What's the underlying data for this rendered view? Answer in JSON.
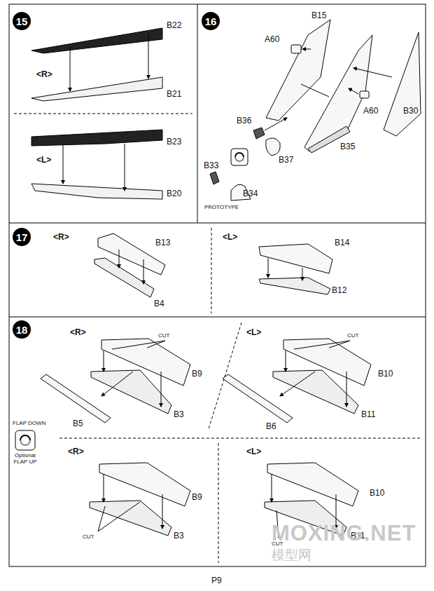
{
  "diagram": {
    "nodes": [
      {
        "text": [
          "15"
        ]
      },
      {
        "text": [
          "16"
        ]
      },
      {
        "text": [
          "17"
        ]
      },
      {
        "text": [
          "18"
        ]
      }
    ],
    "labels": [
      "B22",
      "<R>",
      "B21",
      "<L>",
      "B23",
      "B20",
      "B15",
      "A60",
      "B36",
      "B37",
      "B35",
      "A60",
      "B30",
      "B33",
      "B34",
      "PROTOTYPE",
      "<R>",
      "B13",
      "B4",
      "<L>",
      "B14",
      "B12",
      "<R>",
      "CUT",
      "B9",
      "B5",
      "B3",
      "<L>",
      "CUT",
      "B10",
      "B6",
      "B11",
      "FLAP DOWN",
      "Optional FLAP UP",
      "<R>",
      "B9",
      "CUT",
      "B3",
      "<L>",
      "B10",
      "CUT",
      "B11",
      "P9",
      "MOXING.NET",
      "模型网"
    ]
  }
}
